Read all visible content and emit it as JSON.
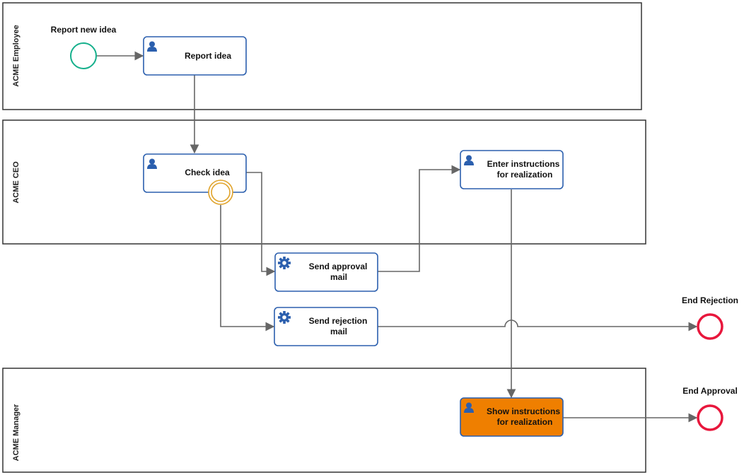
{
  "lanes": [
    {
      "id": "employee",
      "label": "ACME Employee"
    },
    {
      "id": "ceo",
      "label": "ACME CEO"
    },
    {
      "id": "manager",
      "label": "ACME Manager"
    }
  ],
  "events": {
    "start": {
      "label": "Report new idea",
      "color": "#16b08c"
    },
    "end_rejection": {
      "label": "End Rejection",
      "color": "#e8173c"
    },
    "end_approval": {
      "label": "End Approval",
      "color": "#e8173c"
    },
    "boundary": {
      "color": "#e0a32a"
    }
  },
  "tasks": {
    "report_idea": {
      "lines": [
        "Report idea"
      ],
      "type": "user"
    },
    "check_idea": {
      "lines": [
        "Check idea"
      ],
      "type": "user"
    },
    "enter_instructions": {
      "lines": [
        "Enter instructions",
        "for realization"
      ],
      "type": "user"
    },
    "send_approval": {
      "lines": [
        "Send approval",
        "mail"
      ],
      "type": "service"
    },
    "send_rejection": {
      "lines": [
        "Send rejection",
        "mail"
      ],
      "type": "service"
    },
    "show_instructions": {
      "lines": [
        "Show instructions",
        "for realization"
      ],
      "type": "user",
      "state": "active"
    }
  },
  "colors": {
    "task_border": "#2b5fae",
    "active_task_fill": "#ef7f00",
    "flow": "#666666",
    "lane_border": "#333333"
  }
}
